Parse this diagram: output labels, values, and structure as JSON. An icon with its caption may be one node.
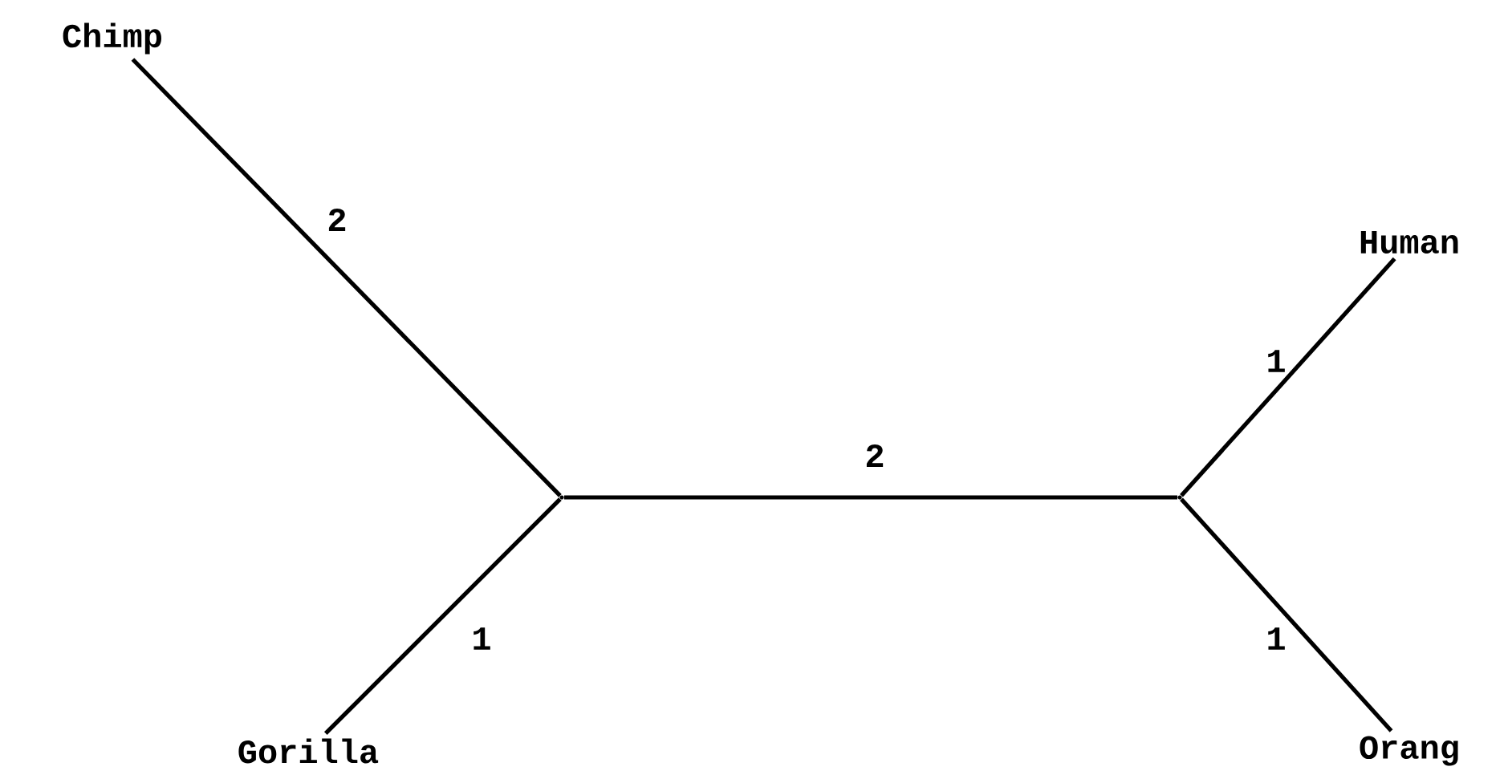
{
  "diagram": {
    "nodes": [
      {
        "text": [
          "Chimp"
        ]
      },
      {
        "text": [
          "Gorilla"
        ]
      },
      {
        "text": [
          "Human"
        ]
      },
      {
        "text": [
          "Orang"
        ]
      },
      {
        "text": [],
        "shape": "point"
      },
      {
        "text": [],
        "shape": "point"
      }
    ],
    "edges": [
      {
        "from": 4,
        "to": 0,
        "arrow": "none",
        "label": "2"
      },
      {
        "from": 4,
        "to": 1,
        "arrow": "none",
        "label": "1"
      },
      {
        "from": 4,
        "to": 5,
        "arrow": "none",
        "label": "2"
      },
      {
        "from": 5,
        "to": 2,
        "arrow": "none",
        "label": "1"
      },
      {
        "from": 5,
        "to": 3,
        "arrow": "none",
        "label": "1"
      }
    ]
  }
}
